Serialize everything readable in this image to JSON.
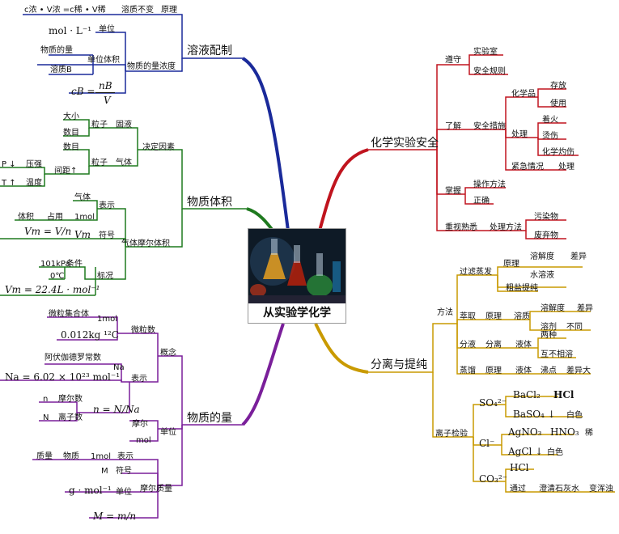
{
  "center": "从实验学化学",
  "branches": {
    "solution": {
      "title": "溶液配制",
      "principle": "原理",
      "principle_text": "溶质不变",
      "principle_eq": "c浓 • V浓 =c稀 • V稀",
      "molarity": "物质的量浓度",
      "unit": "单位",
      "unit_value": "mol · L⁻¹",
      "unit_volume": "单位体积",
      "amount": "物质的量",
      "solute_b": "溶质B",
      "formula_lhs": "cB =",
      "formula_num": "nB",
      "formula_den": "V"
    },
    "volume": {
      "title": "物质体积",
      "factors": "决定因素",
      "solid_liquid": "固液",
      "gas": "气体",
      "particle": "粒子",
      "particle2": "粒子",
      "size": "大小",
      "count": "数目",
      "count2": "数目",
      "spacing": "间距↑",
      "pressure": "压强",
      "pressure_mark": "P ↓",
      "temperature": "温度",
      "temperature_mark": "T ↑",
      "molar_volume": "气体摩尔体积",
      "represent": "表示",
      "gas_word": "气体",
      "one_mol": "1mol",
      "occupies": "占用",
      "vol": "体积",
      "symbol": "符号",
      "vm_eq": "Vm = V/n",
      "vm": "Vm",
      "condition": "条件",
      "kpa": "101kPa",
      "zero_c": "0℃",
      "standard": "标况",
      "vm_std": "Vm = 22.4L · mol⁻¹"
    },
    "amount": {
      "title": "物质的量",
      "concept": "概念",
      "micro_count": "微粒数",
      "micro_set": "微粒集合体",
      "one_mol": "1mol",
      "mass_c": "0.012kg ¹²C",
      "represent": "表示",
      "na": "Na",
      "avogadro": "阿伏伽德罗常数",
      "na_value": "Na = 6.02 × 10²³ mol⁻¹",
      "n_eq": "n = N/Na",
      "n_letter": "n",
      "molar_count": "摩尔数",
      "N_letter": "N",
      "particle_count": "离子数",
      "unit": "单位",
      "mole": "摩尔",
      "mol": "mol",
      "molar_mass": "摩尔质量",
      "mass": "质量",
      "substance": "物质",
      "one_mol2": "1mol",
      "represent2": "表示",
      "symbol": "符号",
      "M": "M",
      "unit2": "单位",
      "gmol": "g · mol⁻¹",
      "M_eq": "M = m/n"
    },
    "safety": {
      "title": "化学实验安全",
      "comply": "遵守",
      "lab": "实验室",
      "rules": "安全规则",
      "understand": "了解",
      "measures": "安全措施",
      "chemicals": "化学品",
      "storage": "存放",
      "use": "使用",
      "handle": "处理",
      "fire": "着火",
      "burn": "烫伤",
      "chem_burn": "化学灼伤",
      "emergency": "紧急情况",
      "handle2": "处理",
      "master": "掌握",
      "operation": "操作方法",
      "correct": "正确",
      "value": "重视熟悉",
      "method": "处理方法",
      "pollutant": "污染物",
      "waste": "废弃物"
    },
    "separation": {
      "title": "分离与提纯",
      "method": "方法",
      "filter": "过滤蒸发",
      "principle": "原理",
      "solubility": "溶解度",
      "difference": "差异",
      "water_soluble": "水溶液",
      "salt": "粗盐提纯",
      "extract": "萃取",
      "principle2": "原理",
      "solute": "溶质",
      "solubility2": "溶解度",
      "difference2": "差异",
      "solvent": "溶剂",
      "different": "不同",
      "liquid_sep": "分液",
      "separate": "分离",
      "liquid": "液体",
      "two": "两种",
      "immiscible": "互不相溶",
      "distill": "蒸馏",
      "principle3": "原理",
      "liquid2": "液体",
      "bp": "沸点",
      "big_diff": "差异大",
      "ion_test": "离子检验",
      "so4": "SO₄²⁻",
      "bacl2": "BaCl₂",
      "hcl": "HCl",
      "baso4": "BaSO₄ ↓",
      "white": "白色",
      "cl": "Cl⁻",
      "agno3": "AgNO₃",
      "hno3": "HNO₃",
      "dilute": "稀",
      "agcl": "AgCl ↓",
      "white2": "白色",
      "co3": "CO₃²⁻",
      "hcl2": "HCl",
      "pass": "通过",
      "limewater": "澄清石灰水",
      "turbid": "变浑浊"
    }
  },
  "colors": {
    "solution": "#1a2a9a",
    "volume": "#1f7a1f",
    "amount": "#7a1f9a",
    "safety": "#c0141e",
    "separation": "#c99a00",
    "leaf": "#9a9a9a"
  }
}
